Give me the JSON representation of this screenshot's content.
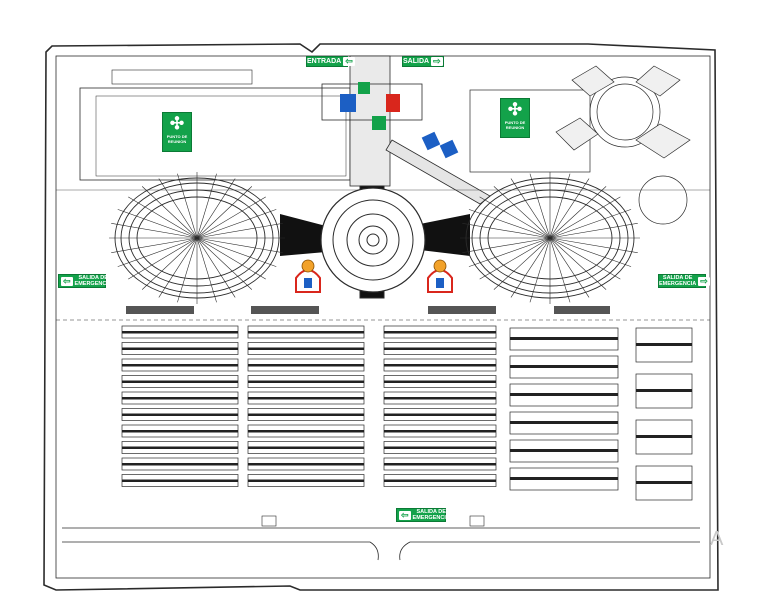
{
  "signs": {
    "entrada": "ENTRADA",
    "salida": "SALIDA",
    "punto_left": "PUNTO DE REUNION",
    "punto_right": "PUNTO DE REUNION",
    "emergencia_left": "SALIDA DE EMERGENCIA",
    "emergencia_right": "SALIDA DE EMERGENCIA",
    "emergencia_bottom": "SALIDA DE EMERGENCIA"
  },
  "icons": {
    "exit_arrow": "exit-arrow-icon",
    "assembly_point": "assembly-point-icon",
    "fire_extinguisher": "fire-extinguisher-icon",
    "first_aid": "first-aid-icon",
    "restroom": "restroom-icon"
  },
  "colors": {
    "sign_green": "#13a24a",
    "line": "#2b2b2b",
    "restroom_blue": "#1c5fc4",
    "alarm_red": "#d9261c"
  },
  "watermark": "A"
}
